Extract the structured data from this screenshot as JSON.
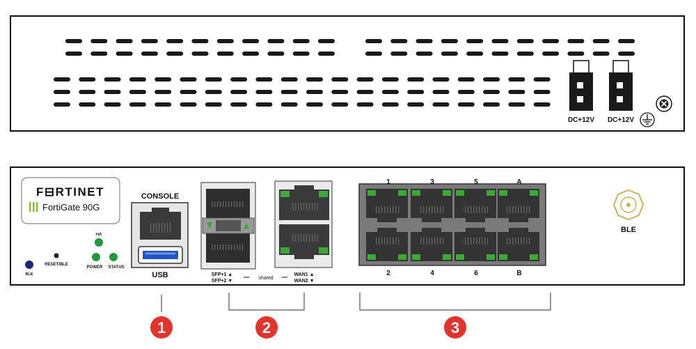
{
  "rear": {
    "power_labels": [
      "DC+12V",
      "DC+12V"
    ]
  },
  "front": {
    "brand": "F⊟RTINET",
    "model": "FortiGate 90G",
    "leds": {
      "ble": "BLE",
      "reset": "RESET/BLE",
      "ha": "HA",
      "power": "POWER",
      "status": "STATUS"
    },
    "console_label": "CONSOLE",
    "usb_label": "USB",
    "sfp_labels": [
      "SFP+1 ▲",
      "SFP+2 ▼"
    ],
    "shared_label": "shared",
    "wan_labels": [
      "WAN1 ▲",
      "WAN2 ▼"
    ],
    "port_labels_top": [
      "1",
      "3",
      "5",
      "A"
    ],
    "port_labels_bottom": [
      "2",
      "4",
      "6",
      "B"
    ],
    "ble_antenna_label": "BLE"
  },
  "callouts": [
    "1",
    "2",
    "3"
  ],
  "colors": {
    "led_green": "#1f9a3a",
    "led_blue": "#1a237e",
    "callout_red": "#e5322a",
    "port_green": "#3aaa35",
    "usb_blue": "#1f55c6"
  }
}
